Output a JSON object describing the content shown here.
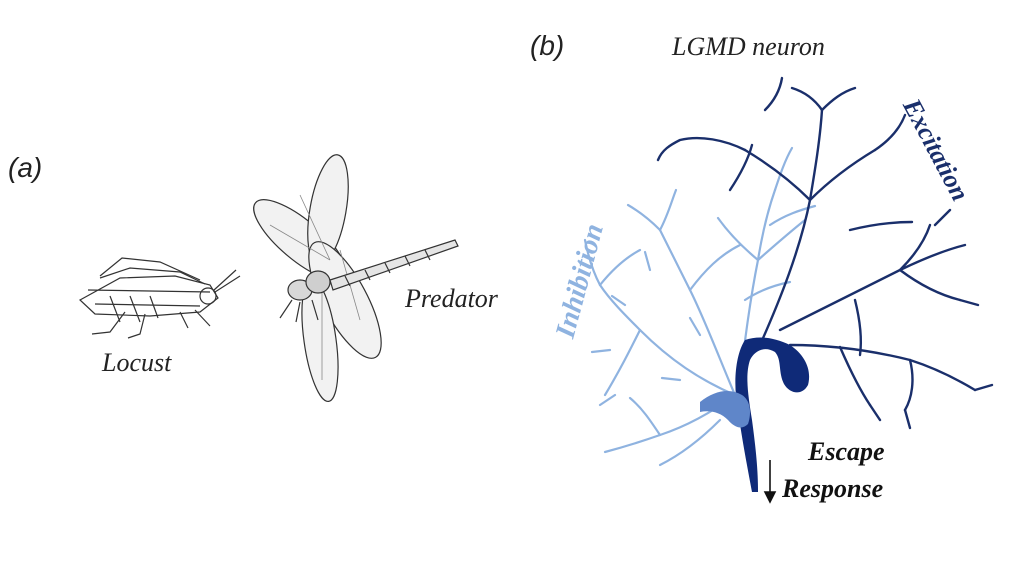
{
  "panel_a": {
    "label": "(a)",
    "locust_label": "Locust",
    "predator_label": "Predator",
    "icons": [
      "locust-illustration",
      "dragonfly-illustration"
    ]
  },
  "panel_b": {
    "label": "(b)",
    "title": "LGMD neuron",
    "inhibition_label": "Inhibition",
    "excitation_label": "Excitation",
    "escape_line1": "Escape",
    "escape_line2": "Response",
    "colors": {
      "inhibition": "#8fb3e0",
      "excitation": "#1a2f6b",
      "soma": "#0f2a78"
    }
  }
}
